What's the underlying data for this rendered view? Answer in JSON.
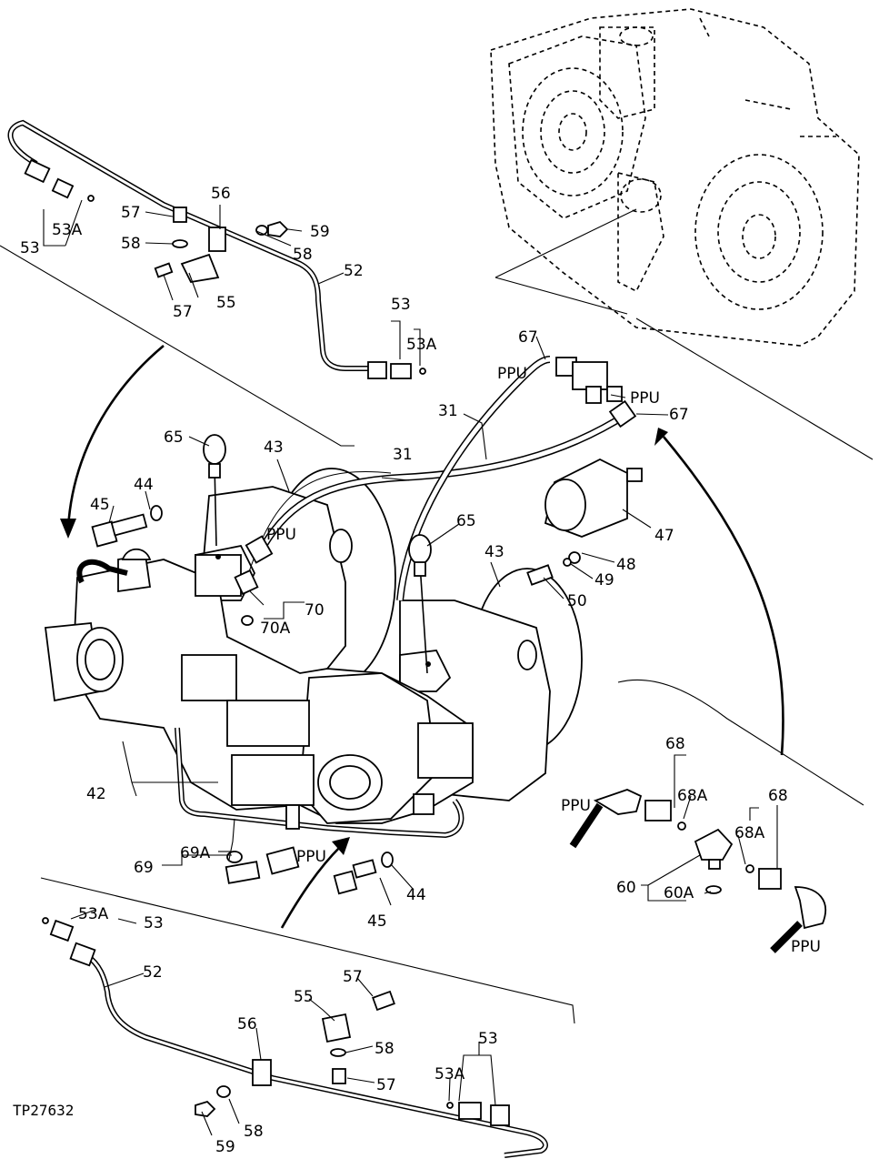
{
  "figure_id": "TP27632",
  "callouts": {
    "c42": "42",
    "c43a": "43",
    "c43b": "43",
    "c44a": "44",
    "c44b": "44",
    "c45a": "45",
    "c45b": "45",
    "c47": "47",
    "c48": "48",
    "c49": "49",
    "c50": "50",
    "c52a": "52",
    "c52b": "52",
    "c53a": "53",
    "c53b": "53",
    "c53c": "53",
    "c53d": "53",
    "c53Aa": "53A",
    "c53Ab": "53A",
    "c53Ac": "53A",
    "c53Ad": "53A",
    "c55a": "55",
    "c55b": "55",
    "c56a": "56",
    "c56b": "56",
    "c57a": "57",
    "c57b": "57",
    "c57c": "57",
    "c57d": "57",
    "c58a": "58",
    "c58b": "58",
    "c58c": "58",
    "c58d": "58",
    "c59a": "59",
    "c59b": "59",
    "c60": "60",
    "c60A": "60A",
    "c65a": "65",
    "c65b": "65",
    "c67a": "67",
    "c67b": "67",
    "c68a": "68",
    "c68b": "68",
    "c68Aa": "68A",
    "c68Ab": "68A",
    "c69": "69",
    "c69A": "69A",
    "c70": "70",
    "c70A": "70A",
    "c31a": "31",
    "c31b": "31",
    "ppu1": "PPU",
    "ppu2": "PPU",
    "ppu3": "PPU",
    "ppu4": "PPU",
    "ppu5": "PPU",
    "ppu6": "PPU"
  }
}
